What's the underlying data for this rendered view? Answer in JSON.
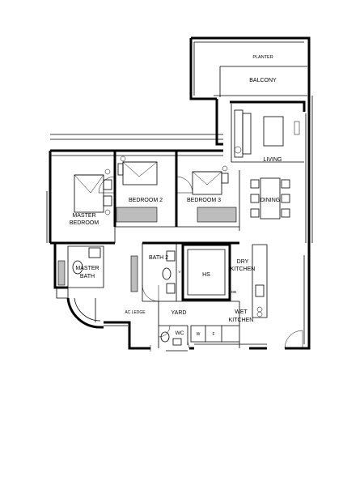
{
  "rooms": {
    "planter": "PLANTER",
    "balcony": "BALCONY",
    "living": "LIVING",
    "dining": "DINING",
    "bedroom2": "BEDROOM 2",
    "bedroom3": "BEDROOM 3",
    "master_bedroom_l1": "MASTER",
    "master_bedroom_l2": "BEDROOM",
    "master_bath_l1": "MASTER",
    "master_bath_l2": "BATH",
    "bath2": "BATH 2",
    "hs": "HS",
    "dry_kitchen_l1": "DRY",
    "dry_kitchen_l2": "KITCHEN",
    "db": "DB",
    "yard": "YARD",
    "wet_kitchen_l1": "WET",
    "wet_kitchen_l2": "KITCHEN",
    "ac_ledge": "AC LEDGE",
    "wc": "WC",
    "washer": "W",
    "fridge": "F",
    "vanity": "V"
  }
}
